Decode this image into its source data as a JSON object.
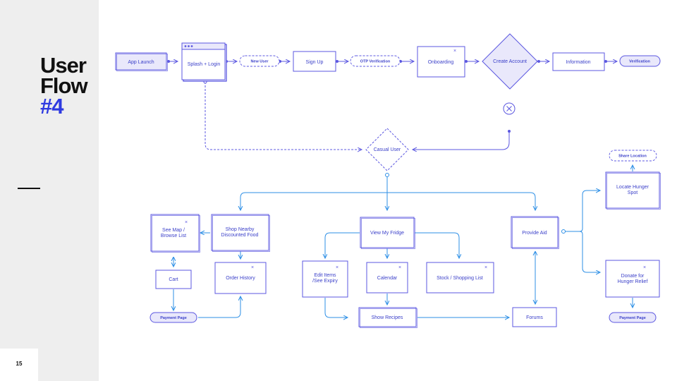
{
  "slide": {
    "title_line1": "User",
    "title_line2": "Flow",
    "title_line3": "#4",
    "page_number": "15"
  },
  "colors": {
    "accent": "#2e3ae0",
    "purple_stroke": "#5b57e0",
    "purple_fill": "#e9e8fb",
    "blue_stroke": "#2d8fe6"
  },
  "nodes": {
    "app_launch": "App Launch",
    "splash_login": "Splash + Login",
    "new_user": "New User",
    "sign_up": "Sign Up",
    "otp_verification": "OTP Verification",
    "onboarding": "Onboarding",
    "create_account": "Create Account",
    "information": "Information",
    "verification": "Verification",
    "casual_user": "Casual User",
    "see_map_1": "See Map /",
    "see_map_2": "Browse List",
    "shop_nearby_1": "Shop Nearby",
    "shop_nearby_2": "Discounted Food",
    "cart": "Cart",
    "order_history": "Order History",
    "payment_page_left": "Payment Page",
    "view_my_fridge": "View My Fridge",
    "edit_items_1": "Edit Items",
    "edit_items_2": "/See Expiry",
    "calendar": "Calendar",
    "stock_shopping": "Stock / Shopping List",
    "show_recipes": "Show Recipes",
    "provide_aid": "Provide Aid",
    "forums": "Forums",
    "share_location": "Share Location",
    "locate_hunger_1": "Locate Hunger",
    "locate_hunger_2": "Spot",
    "donate_1": "Donate for",
    "donate_2": "Hunger Relief",
    "payment_page_right": "Payment Page"
  }
}
